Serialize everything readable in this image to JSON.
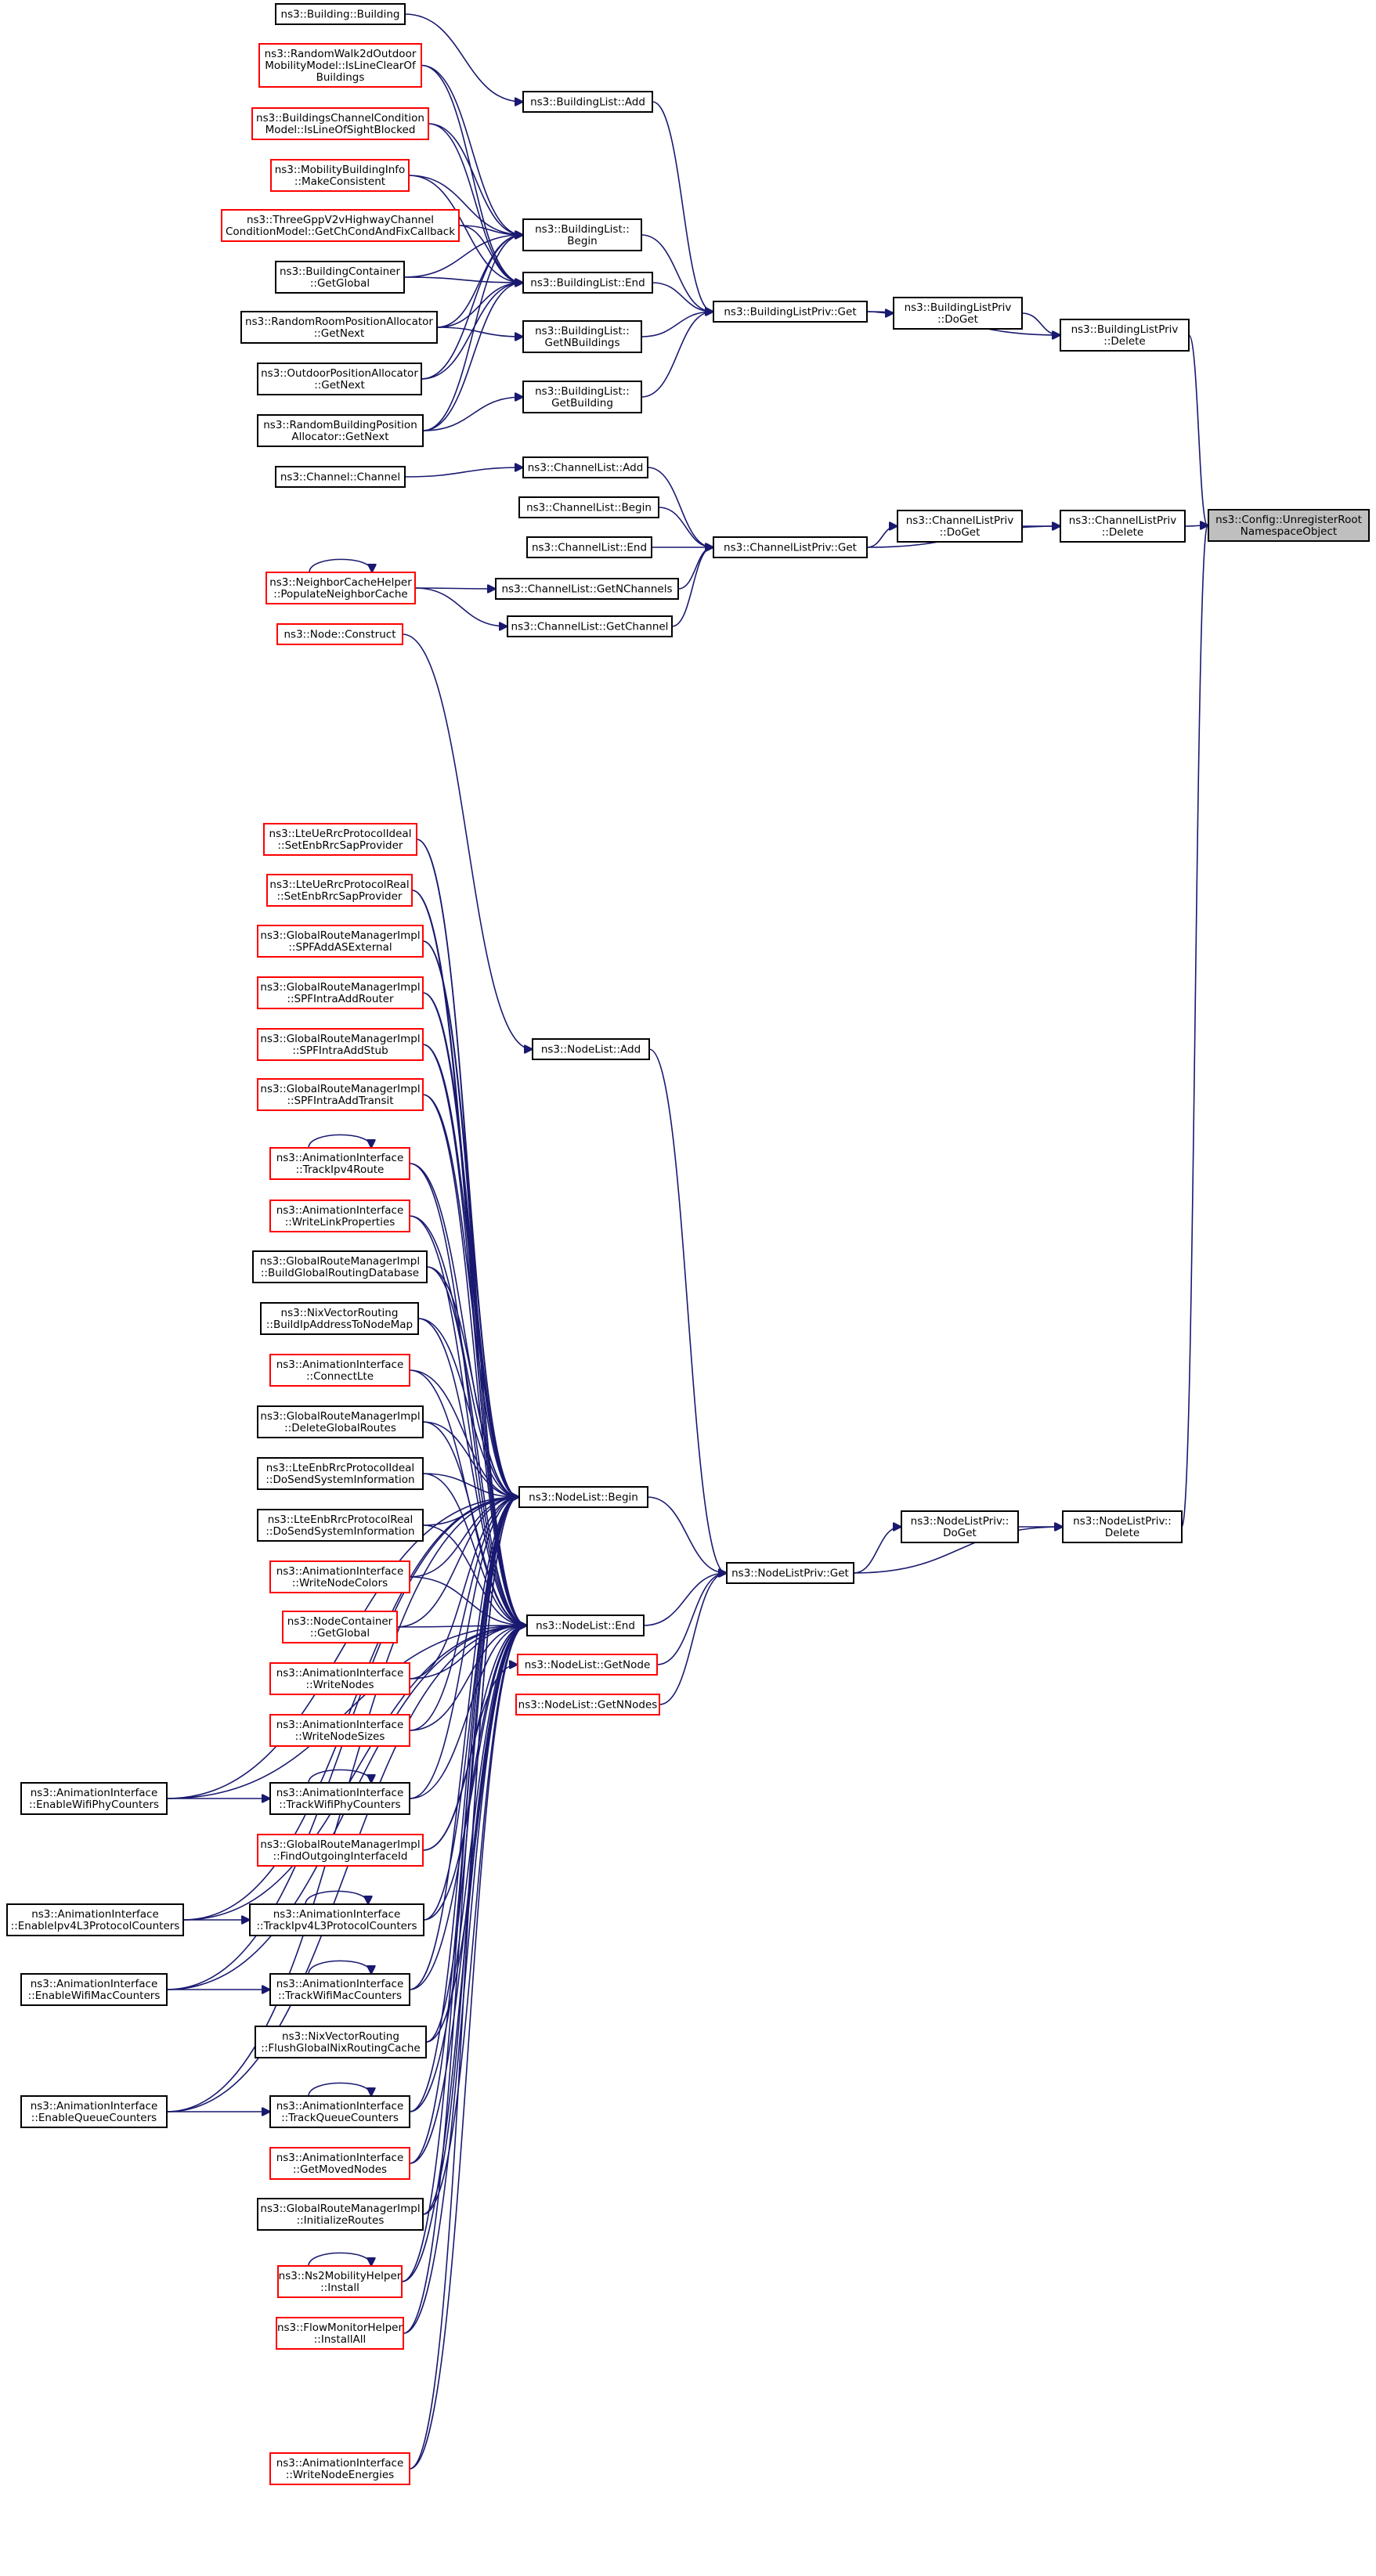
{
  "colors": {
    "edge": "#191970",
    "node_border_complete": "#000000",
    "node_border_incomplete": "#ff0000",
    "root_fill": "#bfbfbf",
    "background": "#ffffff"
  },
  "nodes": {
    "root": {
      "lines": [
        "ns3::Config::UnregisterRoot",
        "NamespaceObject"
      ],
      "border": "root"
    },
    "buildinglistpriv_delete": {
      "lines": [
        "ns3::BuildingListPriv",
        "::Delete"
      ],
      "border": "black"
    },
    "buildinglistpriv_doget": {
      "lines": [
        "ns3::BuildingListPriv",
        "::DoGet"
      ],
      "border": "black"
    },
    "buildinglistpriv_get": {
      "lines": [
        "ns3::BuildingListPriv::Get"
      ],
      "border": "black"
    },
    "buildinglist_add": {
      "lines": [
        "ns3::BuildingList::Add"
      ],
      "border": "black"
    },
    "building_building": {
      "lines": [
        "ns3::Building::Building"
      ],
      "border": "black"
    },
    "randomwalk": {
      "lines": [
        "ns3::RandomWalk2dOutdoor",
        "MobilityModel::IsLineClearOf",
        "Buildings"
      ],
      "border": "red"
    },
    "buildingschannelcondition": {
      "lines": [
        "ns3::BuildingsChannelCondition",
        "Model::IsLineOfSightBlocked"
      ],
      "border": "red"
    },
    "mobilitybuildinginfo": {
      "lines": [
        "ns3::MobilityBuildingInfo",
        "::MakeConsistent"
      ],
      "border": "red"
    },
    "threegpp": {
      "lines": [
        "ns3::ThreeGppV2vHighwayChannel",
        "ConditionModel::GetChCondAndFixCallback"
      ],
      "border": "red"
    },
    "buildingcontainer": {
      "lines": [
        "ns3::BuildingContainer",
        "::GetGlobal"
      ],
      "border": "black"
    },
    "randomroom": {
      "lines": [
        "ns3::RandomRoomPositionAllocator",
        "::GetNext"
      ],
      "border": "black"
    },
    "outdoorposition": {
      "lines": [
        "ns3::OutdoorPositionAllocator",
        "::GetNext"
      ],
      "border": "black"
    },
    "randombuilding": {
      "lines": [
        "ns3::RandomBuildingPosition",
        "Allocator::GetNext"
      ],
      "border": "black"
    },
    "buildinglist_begin": {
      "lines": [
        "ns3::BuildingList::",
        "Begin"
      ],
      "border": "black"
    },
    "buildinglist_end": {
      "lines": [
        "ns3::BuildingList::End"
      ],
      "border": "black"
    },
    "buildinglist_getn": {
      "lines": [
        "ns3::BuildingList::",
        "GetNBuildings"
      ],
      "border": "black"
    },
    "buildinglist_getbuilding": {
      "lines": [
        "ns3::BuildingList::",
        "GetBuilding"
      ],
      "border": "black"
    },
    "channel_channel": {
      "lines": [
        "ns3::Channel::Channel"
      ],
      "border": "black"
    },
    "channellist_add": {
      "lines": [
        "ns3::ChannelList::Add"
      ],
      "border": "black"
    },
    "channellist_begin": {
      "lines": [
        "ns3::ChannelList::Begin"
      ],
      "border": "black"
    },
    "channellist_end": {
      "lines": [
        "ns3::ChannelList::End"
      ],
      "border": "black"
    },
    "neighborcache": {
      "lines": [
        "ns3::NeighborCacheHelper",
        "::PopulateNeighborCache"
      ],
      "border": "red"
    },
    "channellist_getn": {
      "lines": [
        "ns3::ChannelList::GetNChannels"
      ],
      "border": "black"
    },
    "channellist_getchannel": {
      "lines": [
        "ns3::ChannelList::GetChannel"
      ],
      "border": "black"
    },
    "channellistpriv_get": {
      "lines": [
        "ns3::ChannelListPriv::Get"
      ],
      "border": "black"
    },
    "channellistpriv_doget": {
      "lines": [
        "ns3::ChannelListPriv",
        "::DoGet"
      ],
      "border": "black"
    },
    "channellistpriv_delete": {
      "lines": [
        "ns3::ChannelListPriv",
        "::Delete"
      ],
      "border": "black"
    },
    "node_construct": {
      "lines": [
        "ns3::Node::Construct"
      ],
      "border": "red"
    },
    "nodelist_add": {
      "lines": [
        "ns3::NodeList::Add"
      ],
      "border": "black"
    },
    "lteue_ideal": {
      "lines": [
        "ns3::LteUeRrcProtocolIdeal",
        "::SetEnbRrcSapProvider"
      ],
      "border": "red"
    },
    "lteue_real": {
      "lines": [
        "ns3::LteUeRrcProtocolReal",
        "::SetEnbRrcSapProvider"
      ],
      "border": "red"
    },
    "grm_spfaddas": {
      "lines": [
        "ns3::GlobalRouteManagerImpl",
        "::SPFAddASExternal"
      ],
      "border": "red"
    },
    "grm_spfintrarouter": {
      "lines": [
        "ns3::GlobalRouteManagerImpl",
        "::SPFIntraAddRouter"
      ],
      "border": "red"
    },
    "grm_spfintrastub": {
      "lines": [
        "ns3::GlobalRouteManagerImpl",
        "::SPFIntraAddStub"
      ],
      "border": "red"
    },
    "grm_spfintratransit": {
      "lines": [
        "ns3::GlobalRouteManagerImpl",
        "::SPFIntraAddTransit"
      ],
      "border": "red"
    },
    "anim_trackipv4route": {
      "lines": [
        "ns3::AnimationInterface",
        "::TrackIpv4Route"
      ],
      "border": "red"
    },
    "anim_writelinkprops": {
      "lines": [
        "ns3::AnimationInterface",
        "::WriteLinkProperties"
      ],
      "border": "red"
    },
    "grm_buildglobal": {
      "lines": [
        "ns3::GlobalRouteManagerImpl",
        "::BuildGlobalRoutingDatabase"
      ],
      "border": "black"
    },
    "nix_buildip": {
      "lines": [
        "ns3::NixVectorRouting",
        "::BuildIpAddressToNodeMap"
      ],
      "border": "black"
    },
    "anim_connectlte": {
      "lines": [
        "ns3::AnimationInterface",
        "::ConnectLte"
      ],
      "border": "red"
    },
    "grm_deleteglobal": {
      "lines": [
        "ns3::GlobalRouteManagerImpl",
        "::DeleteGlobalRoutes"
      ],
      "border": "black"
    },
    "lteenb_ideal": {
      "lines": [
        "ns3::LteEnbRrcProtocolIdeal",
        "::DoSendSystemInformation"
      ],
      "border": "black"
    },
    "lteenb_real": {
      "lines": [
        "ns3::LteEnbRrcProtocolReal",
        "::DoSendSystemInformation"
      ],
      "border": "black"
    },
    "anim_writenodecolors": {
      "lines": [
        "ns3::AnimationInterface",
        "::WriteNodeColors"
      ],
      "border": "red"
    },
    "nodecontainer_global": {
      "lines": [
        "ns3::NodeContainer",
        "::GetGlobal"
      ],
      "border": "red"
    },
    "anim_writenodes": {
      "lines": [
        "ns3::AnimationInterface",
        "::WriteNodes"
      ],
      "border": "red"
    },
    "anim_writenodesizes": {
      "lines": [
        "ns3::AnimationInterface",
        "::WriteNodeSizes"
      ],
      "border": "red"
    },
    "anim_trackwifiphy": {
      "lines": [
        "ns3::AnimationInterface",
        "::TrackWifiPhyCounters"
      ],
      "border": "black"
    },
    "grm_findoutgoing": {
      "lines": [
        "ns3::GlobalRouteManagerImpl",
        "::FindOutgoingInterfaceId"
      ],
      "border": "red"
    },
    "anim_trackipv4l3": {
      "lines": [
        "ns3::AnimationInterface",
        "::TrackIpv4L3ProtocolCounters"
      ],
      "border": "black"
    },
    "anim_trackwifimac": {
      "lines": [
        "ns3::AnimationInterface",
        "::TrackWifiMacCounters"
      ],
      "border": "black"
    },
    "nix_flush": {
      "lines": [
        "ns3::NixVectorRouting",
        "::FlushGlobalNixRoutingCache"
      ],
      "border": "black"
    },
    "anim_trackqueue": {
      "lines": [
        "ns3::AnimationInterface",
        "::TrackQueueCounters"
      ],
      "border": "black"
    },
    "anim_getmoved": {
      "lines": [
        "ns3::AnimationInterface",
        "::GetMovedNodes"
      ],
      "border": "red"
    },
    "grm_initroutes": {
      "lines": [
        "ns3::GlobalRouteManagerImpl",
        "::InitializeRoutes"
      ],
      "border": "black"
    },
    "ns2mobility": {
      "lines": [
        "ns3::Ns2MobilityHelper",
        "::Install"
      ],
      "border": "red"
    },
    "flowmonitor": {
      "lines": [
        "ns3::FlowMonitorHelper",
        "::InstallAll"
      ],
      "border": "red"
    },
    "anim_writenodeenergies": {
      "lines": [
        "ns3::AnimationInterface",
        "::WriteNodeEnergies"
      ],
      "border": "red"
    },
    "anim_enablewifiphy": {
      "lines": [
        "ns3::AnimationInterface",
        "::EnableWifiPhyCounters"
      ],
      "border": "black"
    },
    "anim_enableipv4l3": {
      "lines": [
        "ns3::AnimationInterface",
        "::EnableIpv4L3ProtocolCounters"
      ],
      "border": "black"
    },
    "anim_enablewifimac": {
      "lines": [
        "ns3::AnimationInterface",
        "::EnableWifiMacCounters"
      ],
      "border": "black"
    },
    "anim_enablequeue": {
      "lines": [
        "ns3::AnimationInterface",
        "::EnableQueueCounters"
      ],
      "border": "black"
    },
    "nodelist_begin": {
      "lines": [
        "ns3::NodeList::Begin"
      ],
      "border": "black"
    },
    "nodelist_end": {
      "lines": [
        "ns3::NodeList::End"
      ],
      "border": "black"
    },
    "nodelist_getnode": {
      "lines": [
        "ns3::NodeList::GetNode"
      ],
      "border": "red"
    },
    "nodelist_getnnodes": {
      "lines": [
        "ns3::NodeList::GetNNodes"
      ],
      "border": "red"
    },
    "nodelistpriv_get": {
      "lines": [
        "ns3::NodeListPriv::Get"
      ],
      "border": "black"
    },
    "nodelistpriv_doget": {
      "lines": [
        "ns3::NodeListPriv::",
        "DoGet"
      ],
      "border": "black"
    },
    "nodelistpriv_delete": {
      "lines": [
        "ns3::NodeListPriv::",
        "Delete"
      ],
      "border": "black"
    }
  },
  "edges": [
    [
      "buildinglistpriv_delete",
      "root"
    ],
    [
      "channellistpriv_delete",
      "root"
    ],
    [
      "nodelistpriv_delete",
      "root"
    ],
    [
      "buildinglistpriv_doget",
      "buildinglistpriv_delete"
    ],
    [
      "buildinglistpriv_get",
      "buildinglistpriv_delete"
    ],
    [
      "buildinglistpriv_get",
      "buildinglistpriv_doget"
    ],
    [
      "buildinglist_add",
      "buildinglistpriv_get"
    ],
    [
      "buildinglist_begin",
      "buildinglistpriv_get"
    ],
    [
      "buildinglist_end",
      "buildinglistpriv_get"
    ],
    [
      "buildinglist_getn",
      "buildinglistpriv_get"
    ],
    [
      "buildinglist_getbuilding",
      "buildinglistpriv_get"
    ],
    [
      "building_building",
      "buildinglist_add"
    ],
    [
      "randomwalk",
      "buildinglist_begin"
    ],
    [
      "buildingschannelcondition",
      "buildinglist_begin"
    ],
    [
      "mobilitybuildinginfo",
      "buildinglist_begin"
    ],
    [
      "threegpp",
      "buildinglist_begin"
    ],
    [
      "buildingcontainer",
      "buildinglist_begin"
    ],
    [
      "randomroom",
      "buildinglist_begin"
    ],
    [
      "outdoorposition",
      "buildinglist_begin"
    ],
    [
      "randombuilding",
      "buildinglist_begin"
    ],
    [
      "randomwalk",
      "buildinglist_end"
    ],
    [
      "buildingschannelcondition",
      "buildinglist_end"
    ],
    [
      "mobilitybuildinginfo",
      "buildinglist_end"
    ],
    [
      "threegpp",
      "buildinglist_end"
    ],
    [
      "buildingcontainer",
      "buildinglist_end"
    ],
    [
      "randomroom",
      "buildinglist_end"
    ],
    [
      "outdoorposition",
      "buildinglist_end"
    ],
    [
      "randombuilding",
      "buildinglist_end"
    ],
    [
      "randomroom",
      "buildinglist_getn"
    ],
    [
      "randombuilding",
      "buildinglist_getbuilding"
    ],
    [
      "channellistpriv_doget",
      "channellistpriv_delete"
    ],
    [
      "channellistpriv_get",
      "channellistpriv_delete"
    ],
    [
      "channellistpriv_get",
      "channellistpriv_doget"
    ],
    [
      "channellist_add",
      "channellistpriv_get"
    ],
    [
      "channellist_begin",
      "channellistpriv_get"
    ],
    [
      "channellist_end",
      "channellistpriv_get"
    ],
    [
      "channellist_getn",
      "channellistpriv_get"
    ],
    [
      "channellist_getchannel",
      "channellistpriv_get"
    ],
    [
      "channel_channel",
      "channellist_add"
    ],
    [
      "neighborcache",
      "channellist_getn"
    ],
    [
      "neighborcache",
      "channellist_getchannel"
    ],
    [
      "neighborcache",
      "neighborcache"
    ],
    [
      "nodelistpriv_doget",
      "nodelistpriv_delete"
    ],
    [
      "nodelistpriv_get",
      "nodelistpriv_delete"
    ],
    [
      "nodelistpriv_get",
      "nodelistpriv_doget"
    ],
    [
      "nodelist_add",
      "nodelistpriv_get"
    ],
    [
      "nodelist_begin",
      "nodelistpriv_get"
    ],
    [
      "nodelist_end",
      "nodelistpriv_get"
    ],
    [
      "nodelist_getnode",
      "nodelistpriv_get"
    ],
    [
      "nodelist_getnnodes",
      "nodelistpriv_get"
    ],
    [
      "node_construct",
      "nodelist_add"
    ],
    [
      "lteue_ideal",
      "nodelist_begin"
    ],
    [
      "lteue_real",
      "nodelist_begin"
    ],
    [
      "grm_spfaddas",
      "nodelist_begin"
    ],
    [
      "grm_spfintrarouter",
      "nodelist_begin"
    ],
    [
      "grm_spfintrastub",
      "nodelist_begin"
    ],
    [
      "grm_spfintratransit",
      "nodelist_begin"
    ],
    [
      "anim_trackipv4route",
      "nodelist_begin"
    ],
    [
      "anim_writelinkprops",
      "nodelist_begin"
    ],
    [
      "grm_buildglobal",
      "nodelist_begin"
    ],
    [
      "nix_buildip",
      "nodelist_begin"
    ],
    [
      "anim_connectlte",
      "nodelist_begin"
    ],
    [
      "grm_deleteglobal",
      "nodelist_begin"
    ],
    [
      "lteenb_ideal",
      "nodelist_begin"
    ],
    [
      "lteenb_real",
      "nodelist_begin"
    ],
    [
      "anim_writenodecolors",
      "nodelist_begin"
    ],
    [
      "nodecontainer_global",
      "nodelist_begin"
    ],
    [
      "anim_writenodes",
      "nodelist_begin"
    ],
    [
      "anim_writenodesizes",
      "nodelist_begin"
    ],
    [
      "anim_trackwifiphy",
      "nodelist_begin"
    ],
    [
      "anim_trackipv4l3",
      "nodelist_begin"
    ],
    [
      "anim_trackwifimac",
      "nodelist_begin"
    ],
    [
      "nix_flush",
      "nodelist_begin"
    ],
    [
      "anim_trackqueue",
      "nodelist_begin"
    ],
    [
      "anim_getmoved",
      "nodelist_begin"
    ],
    [
      "grm_initroutes",
      "nodelist_begin"
    ],
    [
      "ns2mobility",
      "nodelist_begin"
    ],
    [
      "flowmonitor",
      "nodelist_begin"
    ],
    [
      "anim_writenodeenergies",
      "nodelist_begin"
    ],
    [
      "anim_enablewifiphy",
      "nodelist_begin"
    ],
    [
      "anim_enableipv4l3",
      "nodelist_begin"
    ],
    [
      "anim_enablewifimac",
      "nodelist_begin"
    ],
    [
      "anim_enablequeue",
      "nodelist_begin"
    ],
    [
      "lteue_ideal",
      "nodelist_end"
    ],
    [
      "lteue_real",
      "nodelist_end"
    ],
    [
      "grm_spfaddas",
      "nodelist_end"
    ],
    [
      "grm_spfintrarouter",
      "nodelist_end"
    ],
    [
      "grm_spfintrastub",
      "nodelist_end"
    ],
    [
      "grm_spfintratransit",
      "nodelist_end"
    ],
    [
      "anim_trackipv4route",
      "nodelist_end"
    ],
    [
      "anim_writelinkprops",
      "nodelist_end"
    ],
    [
      "grm_buildglobal",
      "nodelist_end"
    ],
    [
      "nix_buildip",
      "nodelist_end"
    ],
    [
      "anim_connectlte",
      "nodelist_end"
    ],
    [
      "grm_deleteglobal",
      "nodelist_end"
    ],
    [
      "lteenb_ideal",
      "nodelist_end"
    ],
    [
      "lteenb_real",
      "nodelist_end"
    ],
    [
      "anim_writenodecolors",
      "nodelist_end"
    ],
    [
      "nodecontainer_global",
      "nodelist_end"
    ],
    [
      "anim_writenodes",
      "nodelist_end"
    ],
    [
      "anim_writenodesizes",
      "nodelist_end"
    ],
    [
      "anim_trackwifiphy",
      "nodelist_end"
    ],
    [
      "grm_findoutgoing",
      "nodelist_end"
    ],
    [
      "anim_trackipv4l3",
      "nodelist_end"
    ],
    [
      "anim_trackwifimac",
      "nodelist_end"
    ],
    [
      "nix_flush",
      "nodelist_end"
    ],
    [
      "anim_trackqueue",
      "nodelist_end"
    ],
    [
      "anim_getmoved",
      "nodelist_end"
    ],
    [
      "grm_initroutes",
      "nodelist_end"
    ],
    [
      "ns2mobility",
      "nodelist_end"
    ],
    [
      "flowmonitor",
      "nodelist_end"
    ],
    [
      "anim_writenodeenergies",
      "nodelist_end"
    ],
    [
      "anim_enablewifiphy",
      "nodelist_end"
    ],
    [
      "anim_enableipv4l3",
      "nodelist_end"
    ],
    [
      "anim_enablewifimac",
      "nodelist_end"
    ],
    [
      "anim_enablequeue",
      "nodelist_end"
    ],
    [
      "grm_findoutgoing",
      "nodelist_getnode"
    ],
    [
      "anim_enablewifiphy",
      "anim_trackwifiphy"
    ],
    [
      "anim_enableipv4l3",
      "anim_trackipv4l3"
    ],
    [
      "anim_enablewifimac",
      "anim_trackwifimac"
    ],
    [
      "anim_enablequeue",
      "anim_trackqueue"
    ],
    [
      "anim_trackipv4route",
      "anim_trackipv4route"
    ],
    [
      "anim_trackwifiphy",
      "anim_trackwifiphy"
    ],
    [
      "anim_trackipv4l3",
      "anim_trackipv4l3"
    ],
    [
      "anim_trackwifimac",
      "anim_trackwifimac"
    ],
    [
      "anim_trackqueue",
      "anim_trackqueue"
    ],
    [
      "ns2mobility",
      "ns2mobility"
    ]
  ]
}
